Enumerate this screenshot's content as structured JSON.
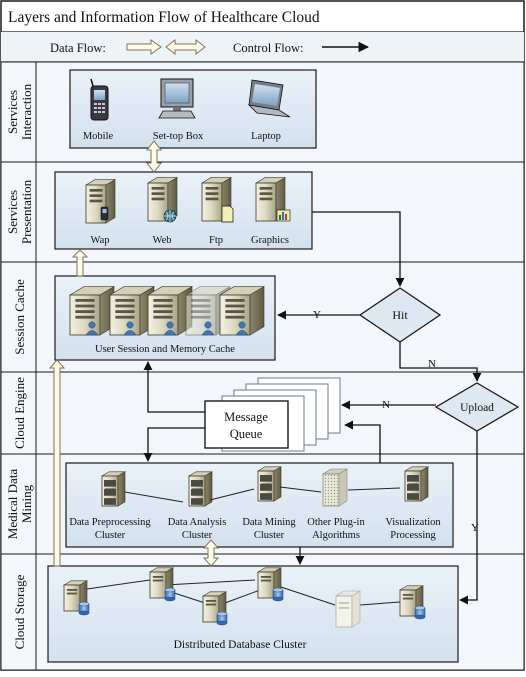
{
  "title": "Layers and Information Flow of Healthcare Cloud",
  "legend": {
    "data_flow": "Data Flow:",
    "control_flow": "Control Flow:"
  },
  "layers": {
    "interaction": [
      "Services",
      "Interaction"
    ],
    "presentation": [
      "Services",
      "Presentation"
    ],
    "cache": "Session Cache",
    "engine": "Cloud Engine",
    "mining": [
      "Medical Data",
      "Mining"
    ],
    "storage": "Cloud Storage"
  },
  "devices": {
    "mobile": "Mobile",
    "settop": "Set-top Box",
    "laptop": "Laptop"
  },
  "servers": {
    "wap": "Wap",
    "web": "Web",
    "ftp": "Ftp",
    "graphics": "Graphics"
  },
  "cache_label": "User Session and Memory Cache",
  "queue": [
    "Message",
    "Queue"
  ],
  "decisions": {
    "hit": "Hit",
    "upload": "Upload"
  },
  "branches": {
    "y": "Y",
    "n": "N"
  },
  "clusters": {
    "preprocessing": [
      "Data Preprocessing",
      "Cluster"
    ],
    "analysis": [
      "Data Analysis",
      "Cluster"
    ],
    "mining": [
      "Data Mining",
      "Cluster"
    ],
    "plugin": [
      "Other Plug-in",
      "Algorithms"
    ],
    "visualization": [
      "Visualization",
      "Processing"
    ]
  },
  "storage_label": "Distributed Database Cluster",
  "colors": {
    "panel": "#dde8f2",
    "band": "#f2f6fa",
    "border": "#1a1a1a",
    "server": "#8c8668",
    "globe": "#2d6fb5",
    "user": "#3f78b8",
    "db": "#5b8fd0"
  }
}
